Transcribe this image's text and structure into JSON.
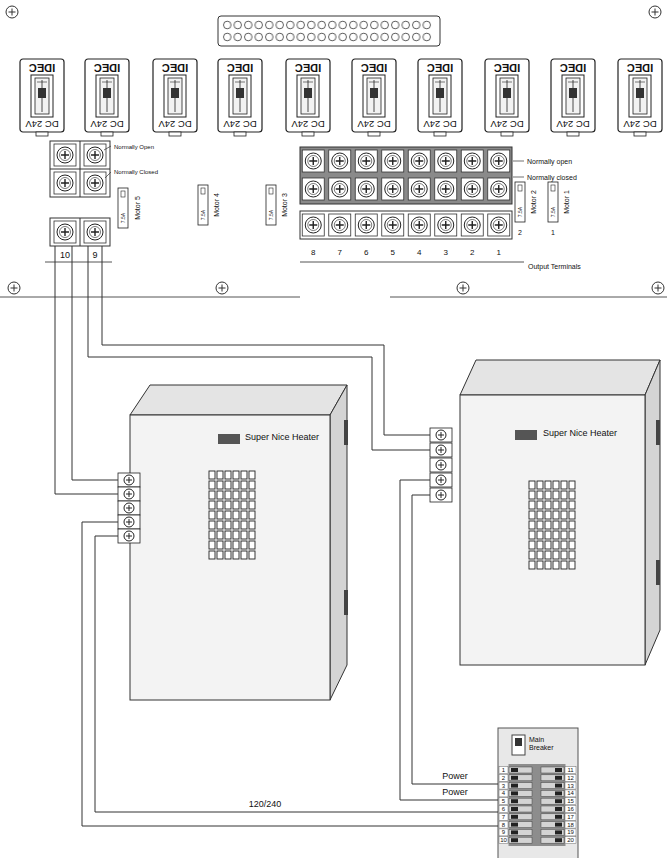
{
  "diagram": {
    "nodes": [
      {
        "text": [
          "IDEC",
          "DC 24V"
        ]
      },
      {
        "text": [
          "IDEC",
          "DC 24V"
        ]
      },
      {
        "text": [
          "IDEC",
          "DC 24V"
        ]
      },
      {
        "text": [
          "IDEC",
          "DC 24V"
        ]
      },
      {
        "text": [
          "IDEC",
          "DC 24V"
        ]
      },
      {
        "text": [
          "IDEC",
          "DC 24V"
        ]
      },
      {
        "text": [
          "IDEC",
          "DC 24V"
        ]
      },
      {
        "text": [
          "IDEC",
          "DC 24V"
        ]
      },
      {
        "text": [
          "IDEC",
          "DC 24V"
        ]
      },
      {
        "text": [
          "IDEC",
          "DC 24V"
        ]
      },
      {
        "text": [
          "10"
        ]
      },
      {
        "text": [
          "9"
        ]
      },
      {
        "text": [
          "Super Nice Heater"
        ]
      },
      {
        "text": [
          "Super Nice Heater"
        ]
      },
      {
        "text": [
          "Main Breaker",
          "1",
          "2",
          "3",
          "4",
          "5",
          "6",
          "7",
          "8",
          "9",
          "10",
          "11",
          "12",
          "13",
          "14",
          "15",
          "16",
          "17",
          "18",
          "19",
          "20"
        ]
      }
    ],
    "edges": [
      {
        "from": 10,
        "to": 12,
        "arrow": "none"
      },
      {
        "from": 10,
        "to": 12,
        "arrow": "none"
      },
      {
        "from": 11,
        "to": 13,
        "arrow": "none"
      },
      {
        "from": 11,
        "to": 13,
        "arrow": "none"
      },
      {
        "from": 13,
        "to": 14,
        "label": "Power",
        "arrow": "none"
      },
      {
        "from": 13,
        "to": 14,
        "label": "Power",
        "arrow": "none"
      },
      {
        "from": 12,
        "to": 14,
        "label": "120/240",
        "arrow": "none"
      },
      {
        "from": 12,
        "to": 14,
        "arrow": "none"
      }
    ],
    "labels": [
      "Normally Open",
      "Normally Closed",
      "Motor 5",
      "7.5A",
      "Motor 4",
      "7.5A",
      "Motor 3",
      "7.5A",
      "Normally open",
      "Normally closed",
      "8",
      "7",
      "6",
      "5",
      "4",
      "3",
      "2",
      "1",
      "7.5A",
      "Motor 2",
      "2",
      "7.5A",
      "Motor 1",
      "1",
      "Output Terminals"
    ]
  }
}
